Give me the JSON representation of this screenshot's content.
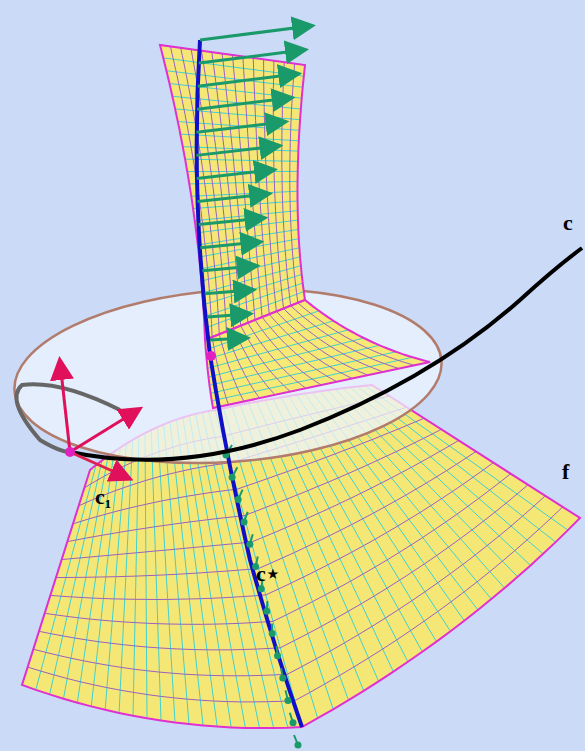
{
  "diagram": {
    "labels": [
      "c",
      "c₁",
      "c⋆",
      "f"
    ]
  }
}
